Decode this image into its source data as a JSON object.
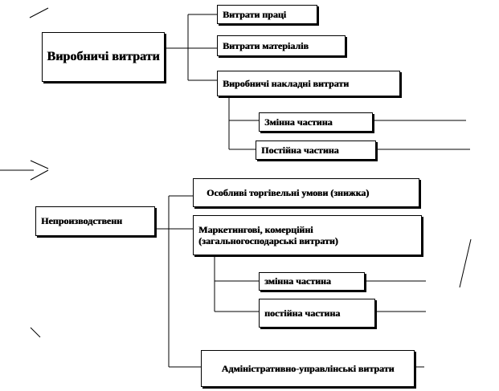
{
  "production": {
    "title": "Виробничі витрати",
    "items": [
      "Витрати праці",
      "Витрати матеріалів",
      "Виробничі накладні витрати"
    ],
    "overhead_parts": [
      "Змінна частина",
      "Постійна частина"
    ]
  },
  "nonproduction": {
    "title": "Непроизводственн",
    "items": [
      "Особливі торгівельні умови (знижка)",
      "Маркетингові, комерційні (загальногосподарські витрати)",
      "Адміністративно-управлінські витрати"
    ],
    "marketing_parts": [
      "змінна частина",
      "постійна частина"
    ]
  }
}
